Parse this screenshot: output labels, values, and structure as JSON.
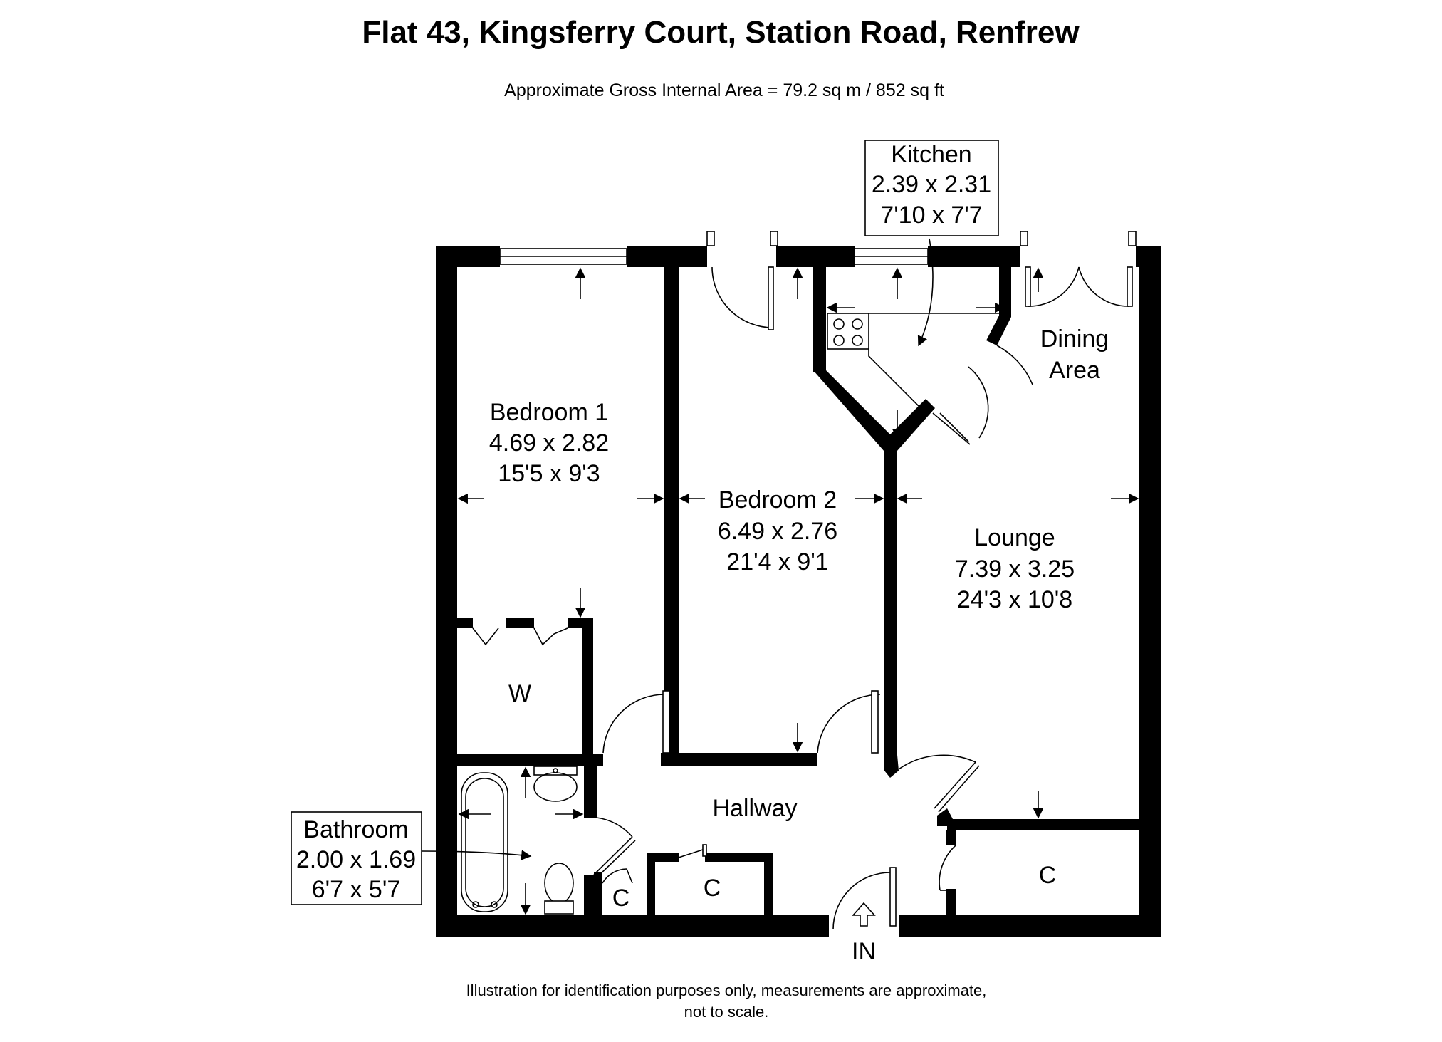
{
  "title": "Flat 43, Kingsferry Court, Station Road, Renfrew",
  "subtitle": "Approximate Gross Internal Area = 79.2 sq m / 852 sq ft",
  "rooms": {
    "kitchen": {
      "name": "Kitchen",
      "metric": "2.39 x 2.31",
      "imperial": "7'10 x 7'7"
    },
    "dining": {
      "line1": "Dining",
      "line2": "Area"
    },
    "bedroom1": {
      "name": "Bedroom 1",
      "metric": "4.69 x 2.82",
      "imperial": "15'5 x 9'3"
    },
    "bedroom2": {
      "name": "Bedroom 2",
      "metric": "6.49 x 2.76",
      "imperial": "21'4 x 9'1"
    },
    "lounge": {
      "name": "Lounge",
      "metric": "7.39 x 3.25",
      "imperial": "24'3 x 10'8"
    },
    "wardrobe": {
      "name": "W"
    },
    "hallway": {
      "name": "Hallway"
    },
    "bathroom": {
      "name": "Bathroom",
      "metric": "2.00 x 1.69",
      "imperial": "6'7 x 5'7"
    },
    "cupboard_small": {
      "name": "C"
    },
    "cupboard_mid": {
      "name": "C"
    },
    "cupboard_lounge": {
      "name": "C"
    }
  },
  "entrance": "IN",
  "footer": {
    "line1": "Illustration for identification purposes only, measurements are approximate,",
    "line2": "not to scale."
  }
}
